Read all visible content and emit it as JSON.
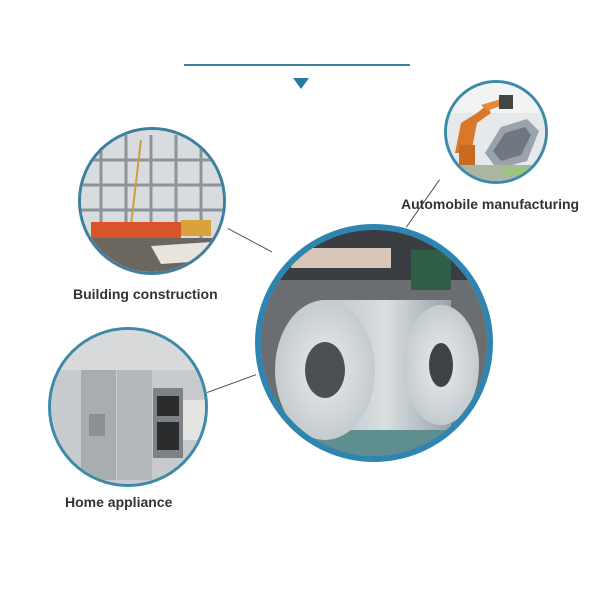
{
  "header": {
    "divider_color": "#3d7f9c",
    "arrow_icon": "triangle-down-icon",
    "accent_color": "#2b7aa0"
  },
  "center": {
    "image": "steel-coils-photo",
    "ring_color": "#2e85b0"
  },
  "applications": [
    {
      "label": "Automobile manufacturing",
      "image": "robotic-car-assembly-photo"
    },
    {
      "label": "Building construction",
      "image": "steel-frame-construction-photo"
    },
    {
      "label": "Home appliance",
      "image": "stainless-kitchen-appliances-photo"
    }
  ]
}
